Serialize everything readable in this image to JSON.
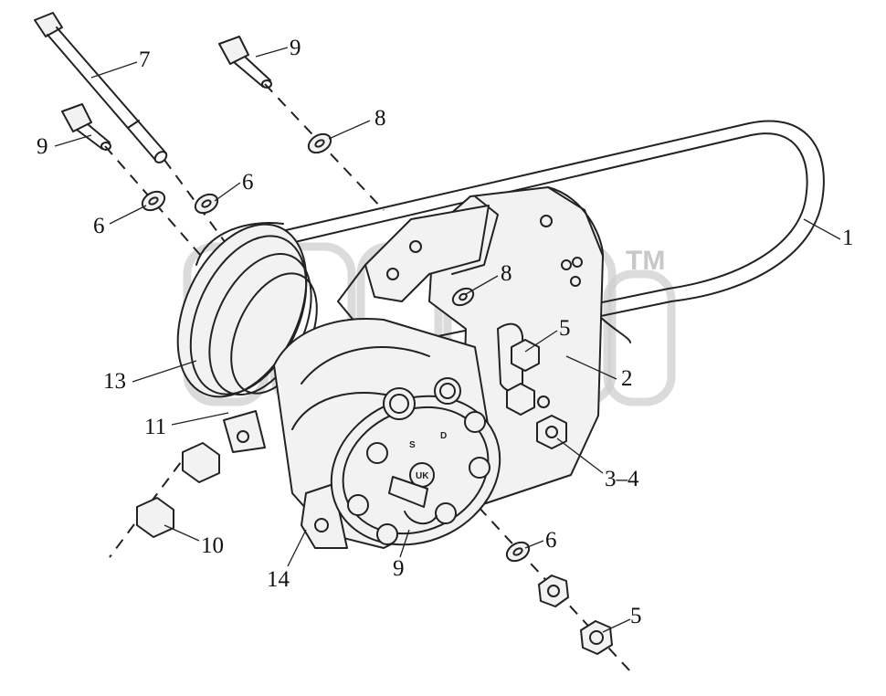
{
  "watermark": {
    "trademark": "TM"
  },
  "compressor_marks": {
    "suction": "S",
    "discharge": "D",
    "badge": "UK"
  },
  "callouts": {
    "c1": "1",
    "c2": "2",
    "c3_4": "3–4",
    "c5_bracket": "5",
    "c5_bottom": "5",
    "c6_left": "6",
    "c6_top": "6",
    "c6_bottom": "6",
    "c7": "7",
    "c8_top": "8",
    "c8_bracket": "8",
    "c9_top": "9",
    "c9_left": "9",
    "c9_bottom": "9",
    "c10": "10",
    "c11": "11",
    "c13": "13",
    "c14": "14"
  }
}
